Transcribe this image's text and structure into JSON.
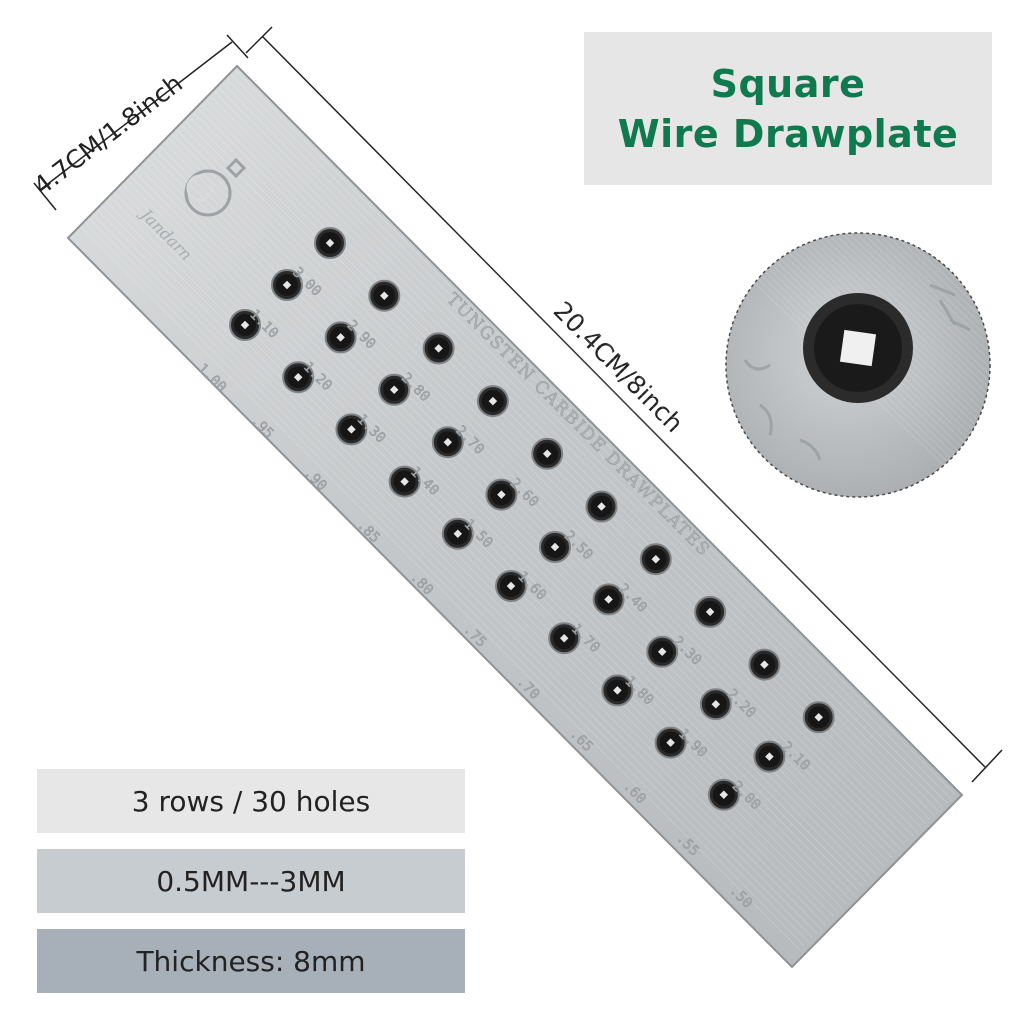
{
  "title": {
    "line1": "Square",
    "line2": "Wire Drawplate"
  },
  "dimensions": {
    "width_label": "4.7CM/1.8inch",
    "length_label": "20.4CM/8inch"
  },
  "specs": [
    {
      "label": "3 rows  /  30 holes"
    },
    {
      "label": "0.5MM---3MM"
    },
    {
      "label": "Thickness: 8mm"
    }
  ],
  "plate": {
    "engraving": "TUNGSTEN CARBIDE DRAWPLATES",
    "brand": "Jandarn",
    "size_labels": {
      "row_top": [
        "3.00",
        "2.90",
        "2.80",
        "2.70",
        "2.60",
        "2.50",
        "2.40",
        "2.30",
        "2.20",
        "2.10"
      ],
      "row_mid": [
        "1.10",
        "1.20",
        "1.30",
        "1.40",
        "1.50",
        "1.60",
        "1.70",
        "1.80",
        "1.90",
        "2.00"
      ],
      "row_bottom": [
        "1.00",
        ".95",
        ".90",
        ".85",
        ".80",
        ".75",
        ".70",
        ".65",
        ".60",
        ".55",
        ".50"
      ]
    }
  },
  "colors": {
    "title_green": "#0e7a4e",
    "plate_silver": "#c9ccce",
    "hole_dark": "#1a1a1a"
  },
  "icons": [
    "ring-logo-icon",
    "zoom-detail-icon"
  ]
}
